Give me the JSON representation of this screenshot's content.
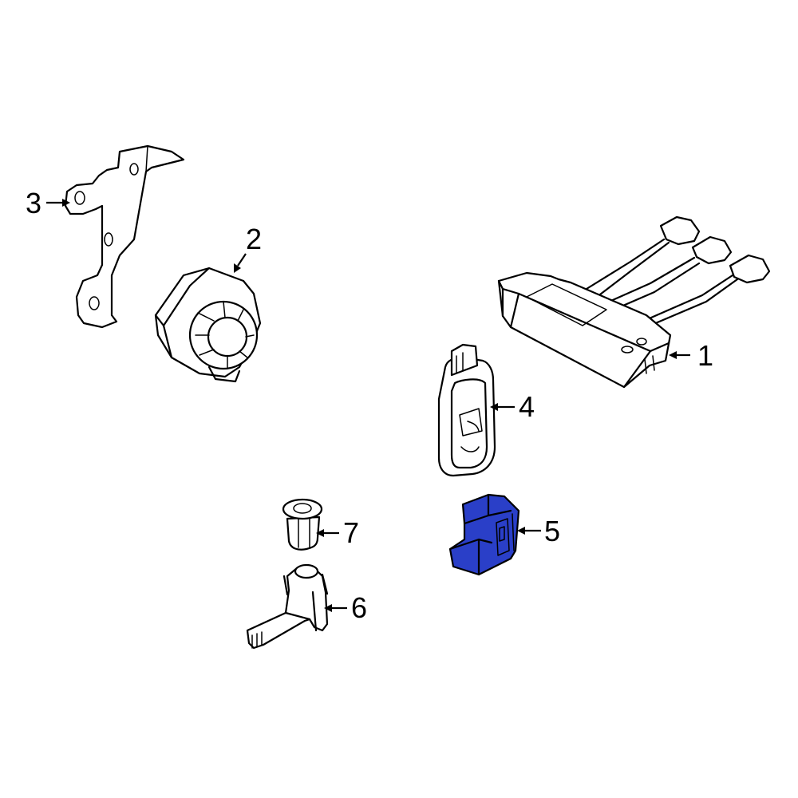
{
  "diagram": {
    "highlight_color": "#2a3fc8",
    "callouts": [
      {
        "id": "1",
        "label": "1"
      },
      {
        "id": "2",
        "label": "2"
      },
      {
        "id": "3",
        "label": "3"
      },
      {
        "id": "4",
        "label": "4"
      },
      {
        "id": "5",
        "label": "5"
      },
      {
        "id": "6",
        "label": "6"
      },
      {
        "id": "7",
        "label": "7"
      }
    ]
  }
}
